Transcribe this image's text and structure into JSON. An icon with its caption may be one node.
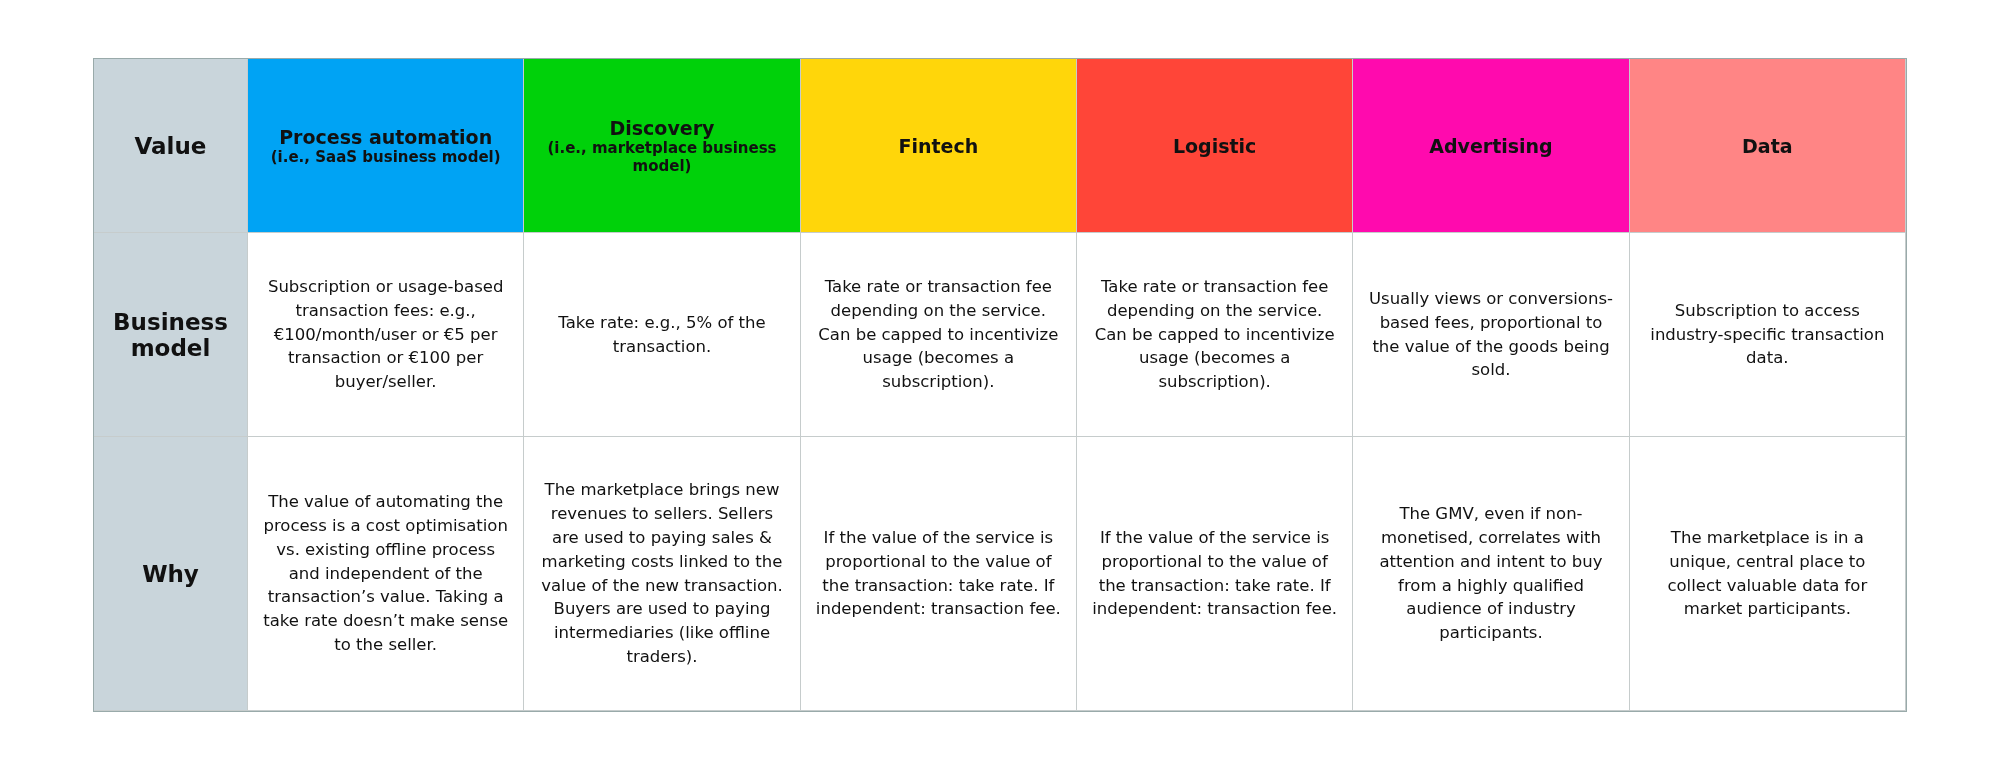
{
  "diagram": {
    "labels": [
      "Value",
      "Process automation",
      "(i.e., SaaS business model)",
      "Discovery",
      "(i.e., marketplace business model)",
      "Fintech",
      "Logistic",
      "Advertising",
      "Data",
      "Business model",
      "Subscription or usage-based transaction fees: e.g., €100/month/user or €5 per transaction or €100 per buyer/seller.",
      "Take rate: e.g., 5% of the transaction.",
      "Take rate or transaction fee depending on the service. Can be capped to incentivize usage (becomes a subscription).",
      "Take rate or transaction fee depending on the service. Can be capped to incentivize usage (becomes a subscription).",
      "Usually views or conversions-based fees, proportional to the value of the goods being sold.",
      "Subscription to access industry-specific transaction data.",
      "Why",
      "The value of automating the process is a cost optimisation vs. existing offline process and independent of the transaction’s value. Taking a take rate doesn’t make sense to the seller.",
      "The marketplace brings new revenues to sellers. Sellers are used to paying sales & marketing costs linked to the value of the new transaction. Buyers are used to paying intermediaries (like offline traders).",
      "If the value of the service is proportional to the value of the transaction: take rate. If independent: transaction fee.",
      "If the value of the service is proportional to the value of the transaction: take rate. If independent: transaction fee.",
      "The GMV, even if non-monetised, correlates with attention and intent to buy from a highly qualified audience of industry participants.",
      "The marketplace is in a unique, central place to collect valuable data for market participants."
    ]
  }
}
